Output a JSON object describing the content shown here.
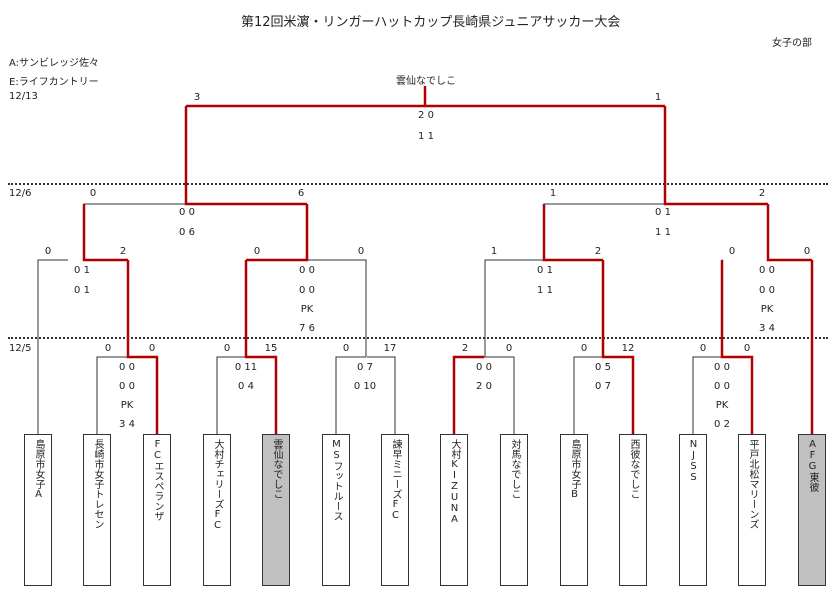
{
  "title": "第12回米濵・リンガーハットカップ長崎県ジュニアサッカー大会",
  "division": "女子の部",
  "venues": [
    "A:サンビレッジ佐々",
    "E:ライフカントリー"
  ],
  "dates": {
    "final": "12/13",
    "round2": "12/6",
    "round1": "12/5"
  },
  "champion": "雲仙なでしこ",
  "teams": [
    {
      "name": "島原市女子A",
      "winner": false
    },
    {
      "name": "長崎市女子トレセン",
      "winner": false
    },
    {
      "name": "FCエスペランザ",
      "winner": false
    },
    {
      "name": "大村チェリーズFC",
      "winner": false
    },
    {
      "name": "雲仙なでしこ",
      "winner": true
    },
    {
      "name": "MSフットルース",
      "winner": false
    },
    {
      "name": "諫早ミニーズFC",
      "winner": false
    },
    {
      "name": "大村KIZUNA",
      "winner": false
    },
    {
      "name": "対馬なでしこ",
      "winner": false
    },
    {
      "name": "島原市女子B",
      "winner": false
    },
    {
      "name": "西彼なでしこ",
      "winner": false
    },
    {
      "name": "NJSS",
      "winner": false
    },
    {
      "name": "平戸北松マリーンズ",
      "winner": false
    },
    {
      "name": "AFG東彼",
      "winner": true
    }
  ],
  "matches": {
    "r1_1": {
      "left": "0",
      "right": "0",
      "h1": "0 0",
      "h2": "0 0",
      "pk_label": "PK",
      "pk": "3 4"
    },
    "r1_2": {
      "left": "0",
      "right": "15",
      "h1": "0 11",
      "h2": "0 4"
    },
    "r1_3": {
      "left": "0",
      "right": "17",
      "h1": "0 7",
      "h2": "0 10"
    },
    "r1_4": {
      "left": "2",
      "right": "0",
      "h1": "0 0",
      "h2": "2 0"
    },
    "r1_5": {
      "left": "0",
      "right": "12",
      "h1": "0 5",
      "h2": "0 7"
    },
    "r1_6": {
      "left": "0",
      "right": "0",
      "h1": "0 0",
      "h2": "0 0",
      "pk_label": "PK",
      "pk": "0 2"
    },
    "r2_1": {
      "left": "0",
      "right": "2",
      "h1": "0 1",
      "h2": "0 1"
    },
    "r2_2": {
      "left": "0",
      "right": "0",
      "h1": "0 0",
      "h2": "0 0",
      "pk_label": "PK",
      "pk": "7 6"
    },
    "r2_3": {
      "left": "1",
      "right": "2",
      "h1": "0 1",
      "h2": "1 1"
    },
    "r2_4": {
      "left": "0",
      "right": "0",
      "h1": "0 0",
      "h2": "0 0",
      "pk_label": "PK",
      "pk": "3 4"
    },
    "sf_1": {
      "left": "0",
      "right": "6",
      "h1": "0 0",
      "h2": "0 6"
    },
    "sf_2": {
      "left": "1",
      "right": "2",
      "h1": "0 1",
      "h2": "1 1"
    },
    "final": {
      "left": "3",
      "right": "1",
      "h1": "2 0",
      "h2": "1 1"
    }
  }
}
